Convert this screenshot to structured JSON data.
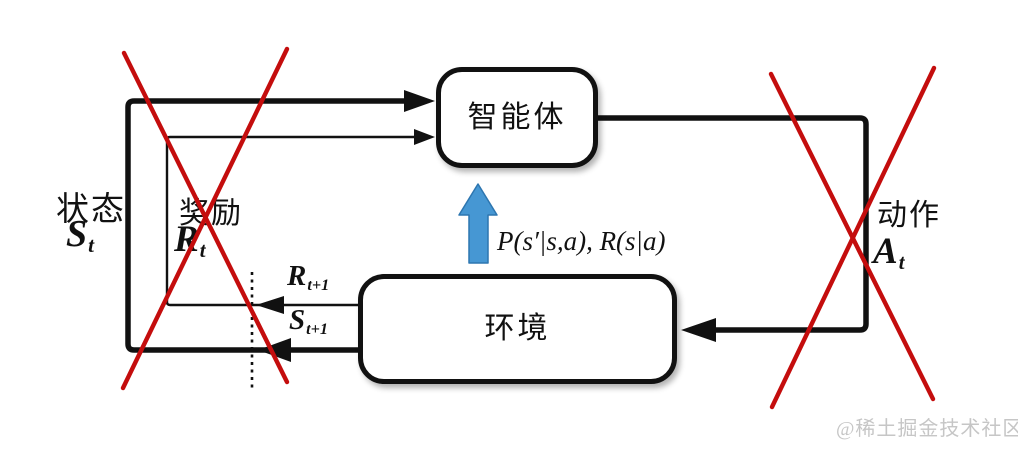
{
  "colors": {
    "line": "#111111",
    "cross": "#c40d0d",
    "arrow_blue": "#4697d3",
    "watermark": "#c6c6c6"
  },
  "boxes": {
    "agent": "智能体",
    "environment": "环境"
  },
  "labels": {
    "state": {
      "text": "状态",
      "sym": "S",
      "sub": "t"
    },
    "reward": {
      "text": "奖励",
      "sym": "R",
      "sub": "t"
    },
    "action": {
      "text": "动作",
      "sym": "A",
      "sub": "t"
    },
    "reward_next": {
      "sym": "R",
      "sub": "t+1"
    },
    "state_next": {
      "sym": "S",
      "sub": "t+1"
    },
    "transition": "P(s′|s,a), R(s|a)"
  },
  "watermark": "@稀土掘金技术社区"
}
